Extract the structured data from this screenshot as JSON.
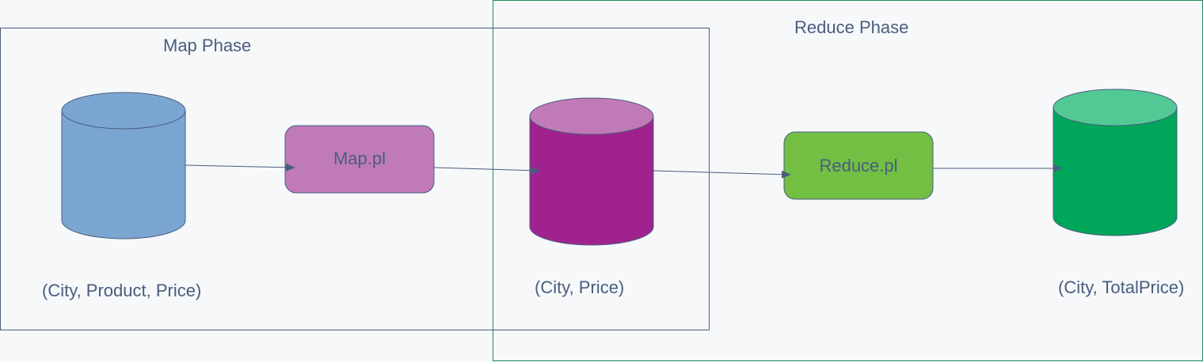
{
  "phases": {
    "map": {
      "label": "Map Phase"
    },
    "reduce": {
      "label": "Reduce Phase"
    }
  },
  "nodes": {
    "input_db": {
      "caption": "(City, Product, Price)"
    },
    "map_script": {
      "label": "Map.pl"
    },
    "intermediate_db": {
      "caption": "(City, Price)"
    },
    "reduce_script": {
      "label": "Reduce.pl"
    },
    "output_db": {
      "caption": "(City, TotalPrice)"
    }
  },
  "colors": {
    "background": "#f6f8fa",
    "map_phase_border": "#4a5d7e",
    "reduce_phase_border": "#1e8c55",
    "input_db_body": "#7ba6d1",
    "input_db_top": "#7ba6d1",
    "map_script_fill": "#c07ab8",
    "intermediate_db_body": "#a0228e",
    "intermediate_db_top": "#c07ab8",
    "reduce_script_fill": "#72bf44",
    "output_db_body": "#00a65a",
    "output_db_top": "#52c994",
    "edge": "#4a5d7e",
    "text": "#4a5d7e"
  }
}
